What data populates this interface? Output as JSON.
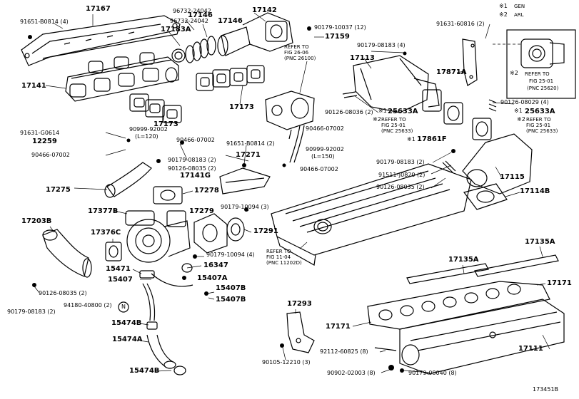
{
  "legend": {
    "l1_mark": "※1",
    "l1_text": "GEN",
    "l2_mark": "※2",
    "l2_text": "ARL"
  },
  "inset": {
    "mark": "※2",
    "line1": "REFER TO",
    "line2": "FIG 25-01",
    "line3": "(PNC 25620)"
  },
  "refer_blocks": {
    "r2606": "REFER TO\nFIG 26-06\n(PNC 26100)",
    "r1104": "REFER TO\nFIG 11-04\n(PNC 11202D)",
    "r2501a_mark": "※2",
    "r2501a": "REFER TO\nFIG 25-01\n(PNC 25633)",
    "r2501b_mark": "※2",
    "r2501b": "REFER TO\nFIG 25-01\n(PNC 25633)"
  },
  "labels": {
    "p17167": "17167",
    "p91651_b0814_top": "91651-B0814 (4)",
    "p96732_24042_a": "96732-24042",
    "p96732_24042_b": "96732-24042",
    "p17142": "17142",
    "p17183a": "17183A",
    "p17146_a": "17146",
    "p17146_b": "17146",
    "p90179_10037": "90179-10037 (12)",
    "p17159": "17159",
    "p91631_60816": "91631-60816 (2)",
    "p17141": "17141",
    "p17173_a": "17173",
    "p17173_b": "17173",
    "p90179_08183_4": "90179-08183 (4)",
    "p17113": "17113",
    "p17871a": "17871A",
    "p91631_g0614": "91631-G0614",
    "p12259": "12259",
    "p90999_92002_120": "90999-92002",
    "p_l120": "(L=120)",
    "p90466_07002_a": "90466-07002",
    "p90466_07002_b": "90466-07002",
    "p90466_07002_c": "90466-07002",
    "p90466_07002_d": "90466-07002",
    "p90179_08183_2a": "90179-08183 (2)",
    "p90126_08035_2a": "90126-08035 (2)",
    "p17141g": "17141G",
    "p91651_b0814_2": "91651-B0814 (2)",
    "p17271": "17271",
    "p90126_08036": "90126-08036 (2)",
    "p125633a_a_mark": "※1",
    "p125633a_a": "25633A",
    "p17861f_mark": "※1",
    "p17861f": "17861F",
    "p90126_08029": "90126-08029 (4)",
    "p125633a_b_mark": "※1",
    "p125633a_b": "25633A",
    "p90999_92002_150": "90999-92002",
    "p_l150": "(L=150)",
    "p90179_08183_2b": "90179-08183 (2)",
    "p91511_j0820": "91511-J0820 (2)",
    "p17115": "17115",
    "p90126_08035_2b": "90126-08035 (2)",
    "p17114b": "17114B",
    "p17275": "17275",
    "p17278": "17278",
    "p17377b": "17377B",
    "p17279": "17279",
    "p90179_10094_a": "90179-10094 (3)",
    "p17291": "17291",
    "p17203b": "17203B",
    "p17376c": "17376C",
    "p90179_10094_b": "90179-10094 (4)",
    "p16347": "16347",
    "p15471": "15471",
    "p15407": "15407",
    "p15407a": "15407A",
    "p15407b_a": "15407B",
    "p15407b_b": "15407B",
    "p90126_08035_2c": "90126-08035 (2)",
    "p90179_08183_2c": "90179-08183 (2)",
    "p94180_40800": "94180-40800 (2)",
    "p_n": "N",
    "p15474b_a": "15474B",
    "p15474a": "15474A",
    "p15474b_b": "15474B",
    "p17293": "17293",
    "p90105_12210": "90105-12210 (3)",
    "p17135a_a": "17135A",
    "p17135a_b": "17135A",
    "p17171_a": "17171",
    "p17171_b": "17171",
    "p92112_60825": "92112-60825 (8)",
    "p17111": "17111",
    "p90902_02003": "90902-02003 (8)",
    "p90179_08040": "90179-08040 (8)",
    "p_fig": "173451B"
  }
}
